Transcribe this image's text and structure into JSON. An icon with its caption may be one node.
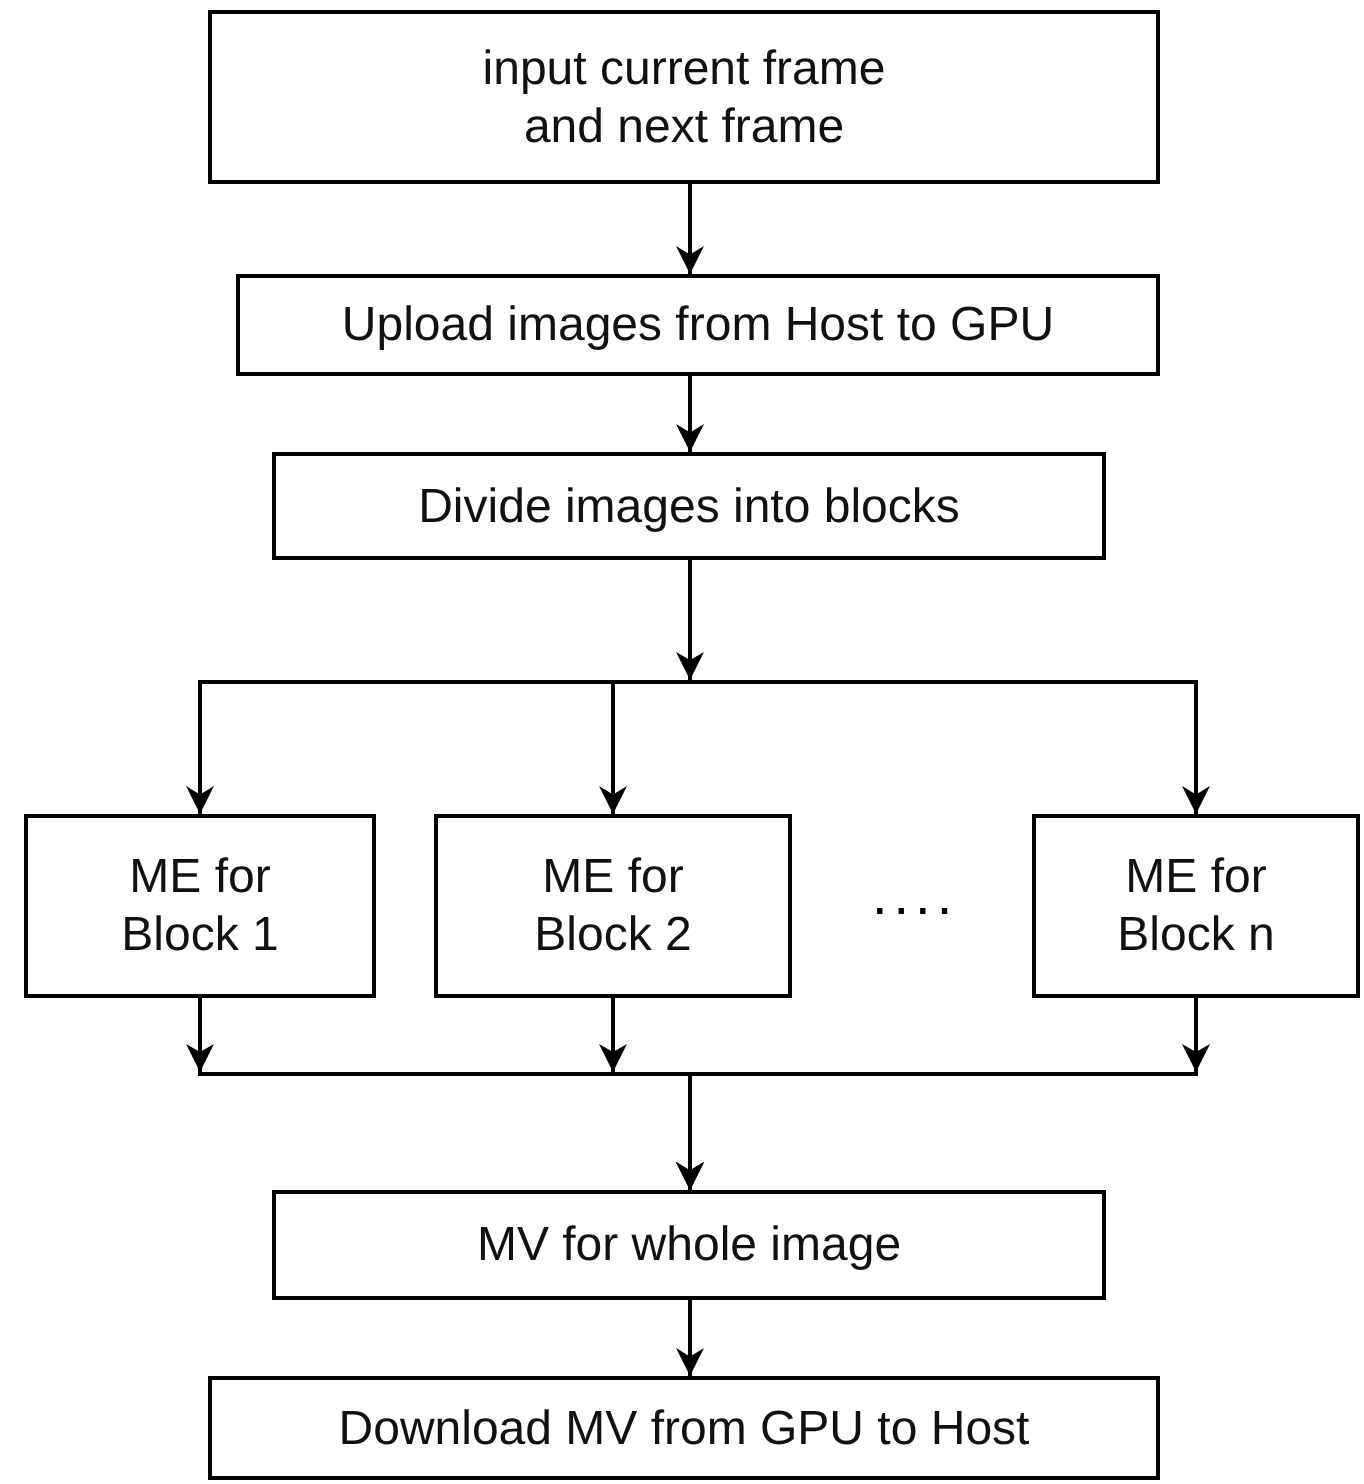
{
  "diagram": {
    "nodes": [
      {
        "text": [
          "input current frame and next frame"
        ]
      },
      {
        "text": [
          "Upload images from Host to GPU"
        ]
      },
      {
        "text": [
          "Divide images into blocks"
        ]
      },
      {
        "text": [
          "ME for Block 1"
        ]
      },
      {
        "text": [
          "ME for Block 2"
        ]
      },
      {
        "text": [
          "ME for Block n"
        ]
      },
      {
        "text": [
          "MV for whole image"
        ]
      },
      {
        "text": [
          "Download MV from GPU to Host"
        ]
      }
    ],
    "edges": [
      {
        "from": 0,
        "to": 1,
        "arrow": "to"
      },
      {
        "from": 1,
        "to": 2,
        "arrow": "to"
      },
      {
        "from": 2,
        "to": 3,
        "arrow": "to"
      },
      {
        "from": 2,
        "to": 4,
        "arrow": "to"
      },
      {
        "from": 2,
        "to": 5,
        "arrow": "to"
      },
      {
        "from": 3,
        "to": 6,
        "arrow": "to"
      },
      {
        "from": 4,
        "to": 6,
        "arrow": "to"
      },
      {
        "from": 5,
        "to": 6,
        "arrow": "to"
      },
      {
        "from": 6,
        "to": 7,
        "arrow": "to"
      }
    ],
    "labels": [
      "...."
    ]
  }
}
